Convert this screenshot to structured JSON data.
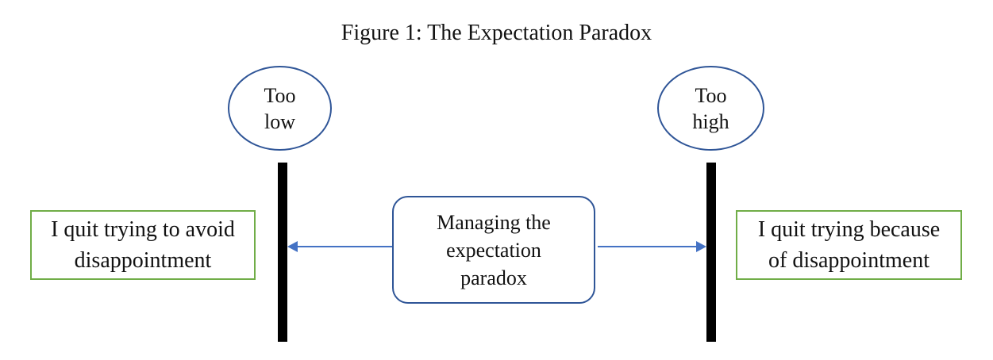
{
  "diagram": {
    "title": "Figure 1: The Expectation Paradox",
    "left_ellipse": {
      "label": "Too\nlow"
    },
    "right_ellipse": {
      "label": "Too\nhigh"
    },
    "center_box": {
      "label": "Managing the\nexpectation\nparadox"
    },
    "left_note": {
      "label": "I quit trying to avoid\ndisappointment"
    },
    "right_note": {
      "label": "I quit trying because\nof disappointment"
    },
    "colors": {
      "node_border": "#2F5597",
      "arrow": "#4472C4",
      "note_border": "#70AD47",
      "bar": "#000000",
      "background": "#FFFFFF"
    }
  }
}
